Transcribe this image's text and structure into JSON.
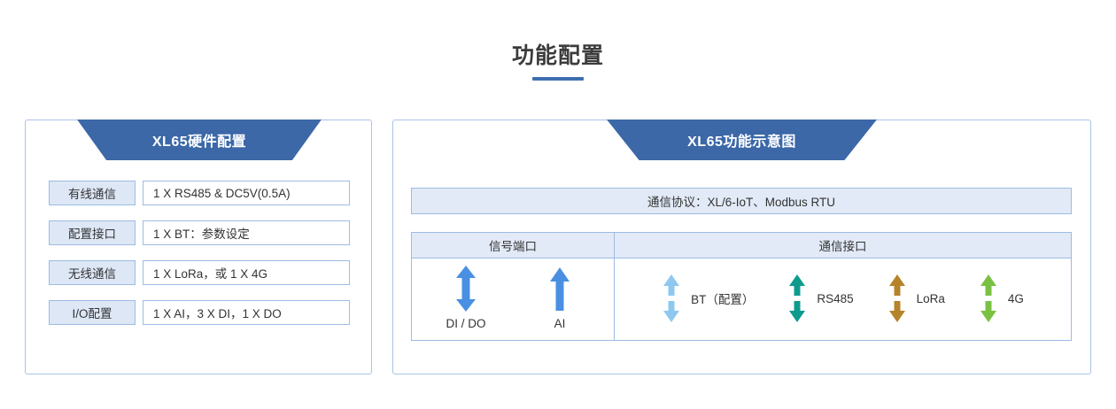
{
  "page": {
    "title": "功能配置",
    "background": "#ffffff",
    "accent_color": "#3f6eb0",
    "border_color": "#a9c4e8"
  },
  "left_panel": {
    "banner_title": "XL65硬件配置",
    "rows": [
      {
        "label": "有线通信",
        "value": "1 X RS485 & DC5V(0.5A)"
      },
      {
        "label": "配置接口",
        "value": "1 X BT：参数设定"
      },
      {
        "label": "无线通信",
        "value": "1 X LoRa，或 1 X 4G"
      },
      {
        "label": "I/O配置",
        "value": "1 X AI，3 X DI，1 X DO"
      }
    ]
  },
  "right_panel": {
    "banner_title": "XL65功能示意图",
    "protocol_bar": "通信协议：XL/6-IoT、Modbus RTU",
    "table": {
      "headers": [
        "信号端口",
        "通信接口"
      ],
      "signal_ports": [
        {
          "label": "DI / DO",
          "arrow": "double-arrow-icon",
          "color": "#4a90e2"
        },
        {
          "label": "AI",
          "arrow": "up-arrow-icon",
          "color": "#4a90e2"
        }
      ],
      "comm_ports": [
        {
          "label": "BT（配置）",
          "arrow": "double-arrow-icon",
          "color": "#8ec8ef"
        },
        {
          "label": "RS485",
          "arrow": "double-arrow-icon",
          "color": "#0e9b8e"
        },
        {
          "label": "LoRa",
          "arrow": "double-arrow-icon",
          "color": "#b5832a"
        },
        {
          "label": "4G",
          "arrow": "double-arrow-icon",
          "color": "#7ac143"
        }
      ]
    }
  }
}
